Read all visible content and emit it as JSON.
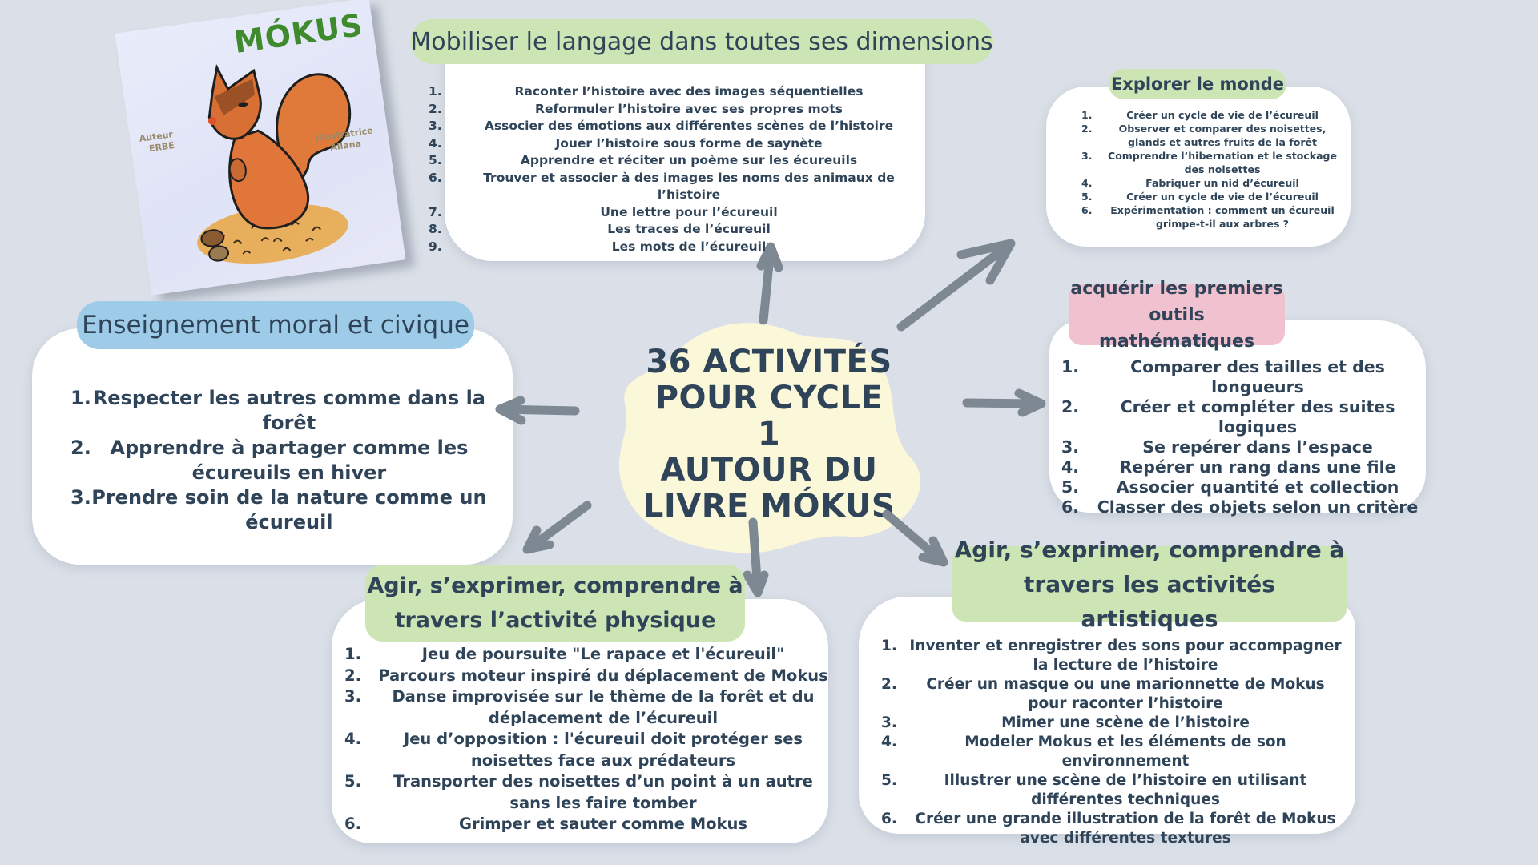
{
  "book": {
    "title": "MÓKUS",
    "author_label": "Auteur",
    "author_name": "ERBÉ",
    "illustrator_label": "Illustratrice",
    "illustrator_name": "Allana"
  },
  "center": {
    "lines": [
      "36 ACTIVITÉS",
      "POUR CYCLE 1",
      "AUTOUR DU",
      "LIVRE MÓKUS"
    ],
    "color": "#fbf8d9"
  },
  "colors": {
    "background": "#dbe0e8",
    "text": "#2f4458",
    "arrow": "#7d8893",
    "green_pill": "#cde4b5",
    "blue_pill": "#9ecbe8",
    "pink_pill": "#f0c2cf"
  },
  "sections": {
    "langage": {
      "title": "Mobiliser le langage dans toutes ses dimensions",
      "items": [
        {
          "num": "1.",
          "text": "Raconter l’histoire avec des images séquentielles"
        },
        {
          "num": "2.",
          "text": "Reformuler l’histoire avec ses propres mots"
        },
        {
          "num": "3.",
          "text": "Associer des émotions aux différentes scènes de l’histoire"
        },
        {
          "num": "4.",
          "text": "Jouer l’histoire sous forme de saynète"
        },
        {
          "num": "5.",
          "text": "Apprendre et réciter un poème sur les écureuils"
        },
        {
          "num": "6.",
          "text": "Trouver et associer à des images les noms des animaux de l’histoire"
        },
        {
          "num": "7.",
          "text": "Une lettre pour l’écureuil"
        },
        {
          "num": "8.",
          "text": "Les traces de l’écureuil"
        },
        {
          "num": "9.",
          "text": "Les mots de l’écureuil"
        }
      ]
    },
    "explorer": {
      "title": "Explorer le monde",
      "items": [
        {
          "num": "1.",
          "text": "Créer un cycle de vie de l’écureuil"
        },
        {
          "num": "2.",
          "text": "Observer et comparer des noisettes, glands et autres fruits de la forêt"
        },
        {
          "num": "3.",
          "text": "Comprendre l’hibernation et le stockage des noisettes"
        },
        {
          "num": "4.",
          "text": "Fabriquer un nid d’écureuil"
        },
        {
          "num": "5.",
          "text": "Créer un cycle de vie de l’écureuil"
        },
        {
          "num": "6.",
          "text": "Expérimentation : comment un écureuil grimpe-t-il aux arbres ?"
        }
      ]
    },
    "maths": {
      "title_line1": "acquérir les premiers",
      "title_line2": "outils mathématiques",
      "items": [
        {
          "num": "1.",
          "text": "Comparer des tailles et des longueurs"
        },
        {
          "num": "2.",
          "text": "Créer et compléter des suites logiques"
        },
        {
          "num": "3.",
          "text": "Se repérer dans l’espace"
        },
        {
          "num": "4.",
          "text": "Repérer un rang dans une file"
        },
        {
          "num": "5.",
          "text": "Associer quantité et collection"
        },
        {
          "num": "6.",
          "text": "Classer des objets selon un critère"
        }
      ]
    },
    "moral": {
      "title": "Enseignement moral et civique",
      "items": [
        {
          "num": "1.",
          "text": "Respecter les autres comme dans la forêt"
        },
        {
          "num": "2.",
          "text": "Apprendre à partager comme les écureuils en hiver"
        },
        {
          "num": "3.",
          "text": "Prendre soin de la nature comme un écureuil"
        }
      ]
    },
    "physique": {
      "title_line1": "Agir, s’exprimer, comprendre à",
      "title_line2": "travers l’activité physique",
      "items": [
        {
          "num": "1.",
          "text": "Jeu de poursuite \"Le rapace et l'écureuil\""
        },
        {
          "num": "2.",
          "text": "Parcours moteur inspiré du déplacement de Mokus"
        },
        {
          "num": "3.",
          "text": "Danse improvisée sur le thème de la forêt et du déplacement de l’écureuil"
        },
        {
          "num": "4.",
          "text": "Jeu d’opposition : l'écureuil doit protéger ses noisettes face aux prédateurs"
        },
        {
          "num": "5.",
          "text": "Transporter des noisettes d’un point à un autre sans les faire tomber"
        },
        {
          "num": "6.",
          "text": "Grimper et sauter comme Mokus"
        }
      ]
    },
    "artistiques": {
      "title_line1": "Agir, s’exprimer, comprendre à",
      "title_line2": "travers les activités artistiques",
      "items": [
        {
          "num": "1.",
          "text": "Inventer et enregistrer des sons pour accompagner la lecture de l’histoire"
        },
        {
          "num": "2.",
          "text": "Créer un masque ou une marionnette de Mokus pour raconter l’histoire"
        },
        {
          "num": "3.",
          "text": "Mimer une scène de l’histoire"
        },
        {
          "num": "4.",
          "text": "Modeler Mokus et les éléments de son environnement"
        },
        {
          "num": "5.",
          "text": "Illustrer une scène de l’histoire en utilisant différentes techniques"
        },
        {
          "num": "6.",
          "text": "Créer une grande illustration de la forêt de Mokus avec différentes textures"
        }
      ]
    }
  }
}
